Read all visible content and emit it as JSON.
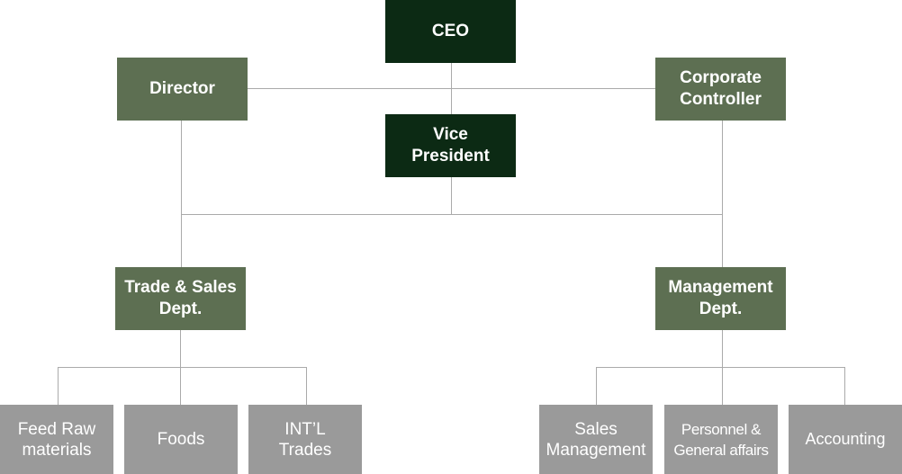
{
  "colors": {
    "executive": "#0c2a14",
    "department": "#5d6f52",
    "team": "#9a9a9a",
    "line": "#aaaaaa"
  },
  "executives": {
    "ceo": "CEO",
    "vice_president": "Vice\nPresident"
  },
  "advisors": {
    "director": "Director",
    "corporate_controller": "Corporate\nController"
  },
  "departments": {
    "trade_sales": "Trade & Sales\nDept.",
    "management": "Management\nDept."
  },
  "teams": {
    "feed_raw_materials": "Feed Raw\nmaterials",
    "foods": "Foods",
    "intl_trades": "INT’L\nTrades",
    "sales_management": "Sales\nManagement",
    "personnel_general_affairs": "Personnel &\nGeneral affairs",
    "accounting": "Accounting"
  }
}
